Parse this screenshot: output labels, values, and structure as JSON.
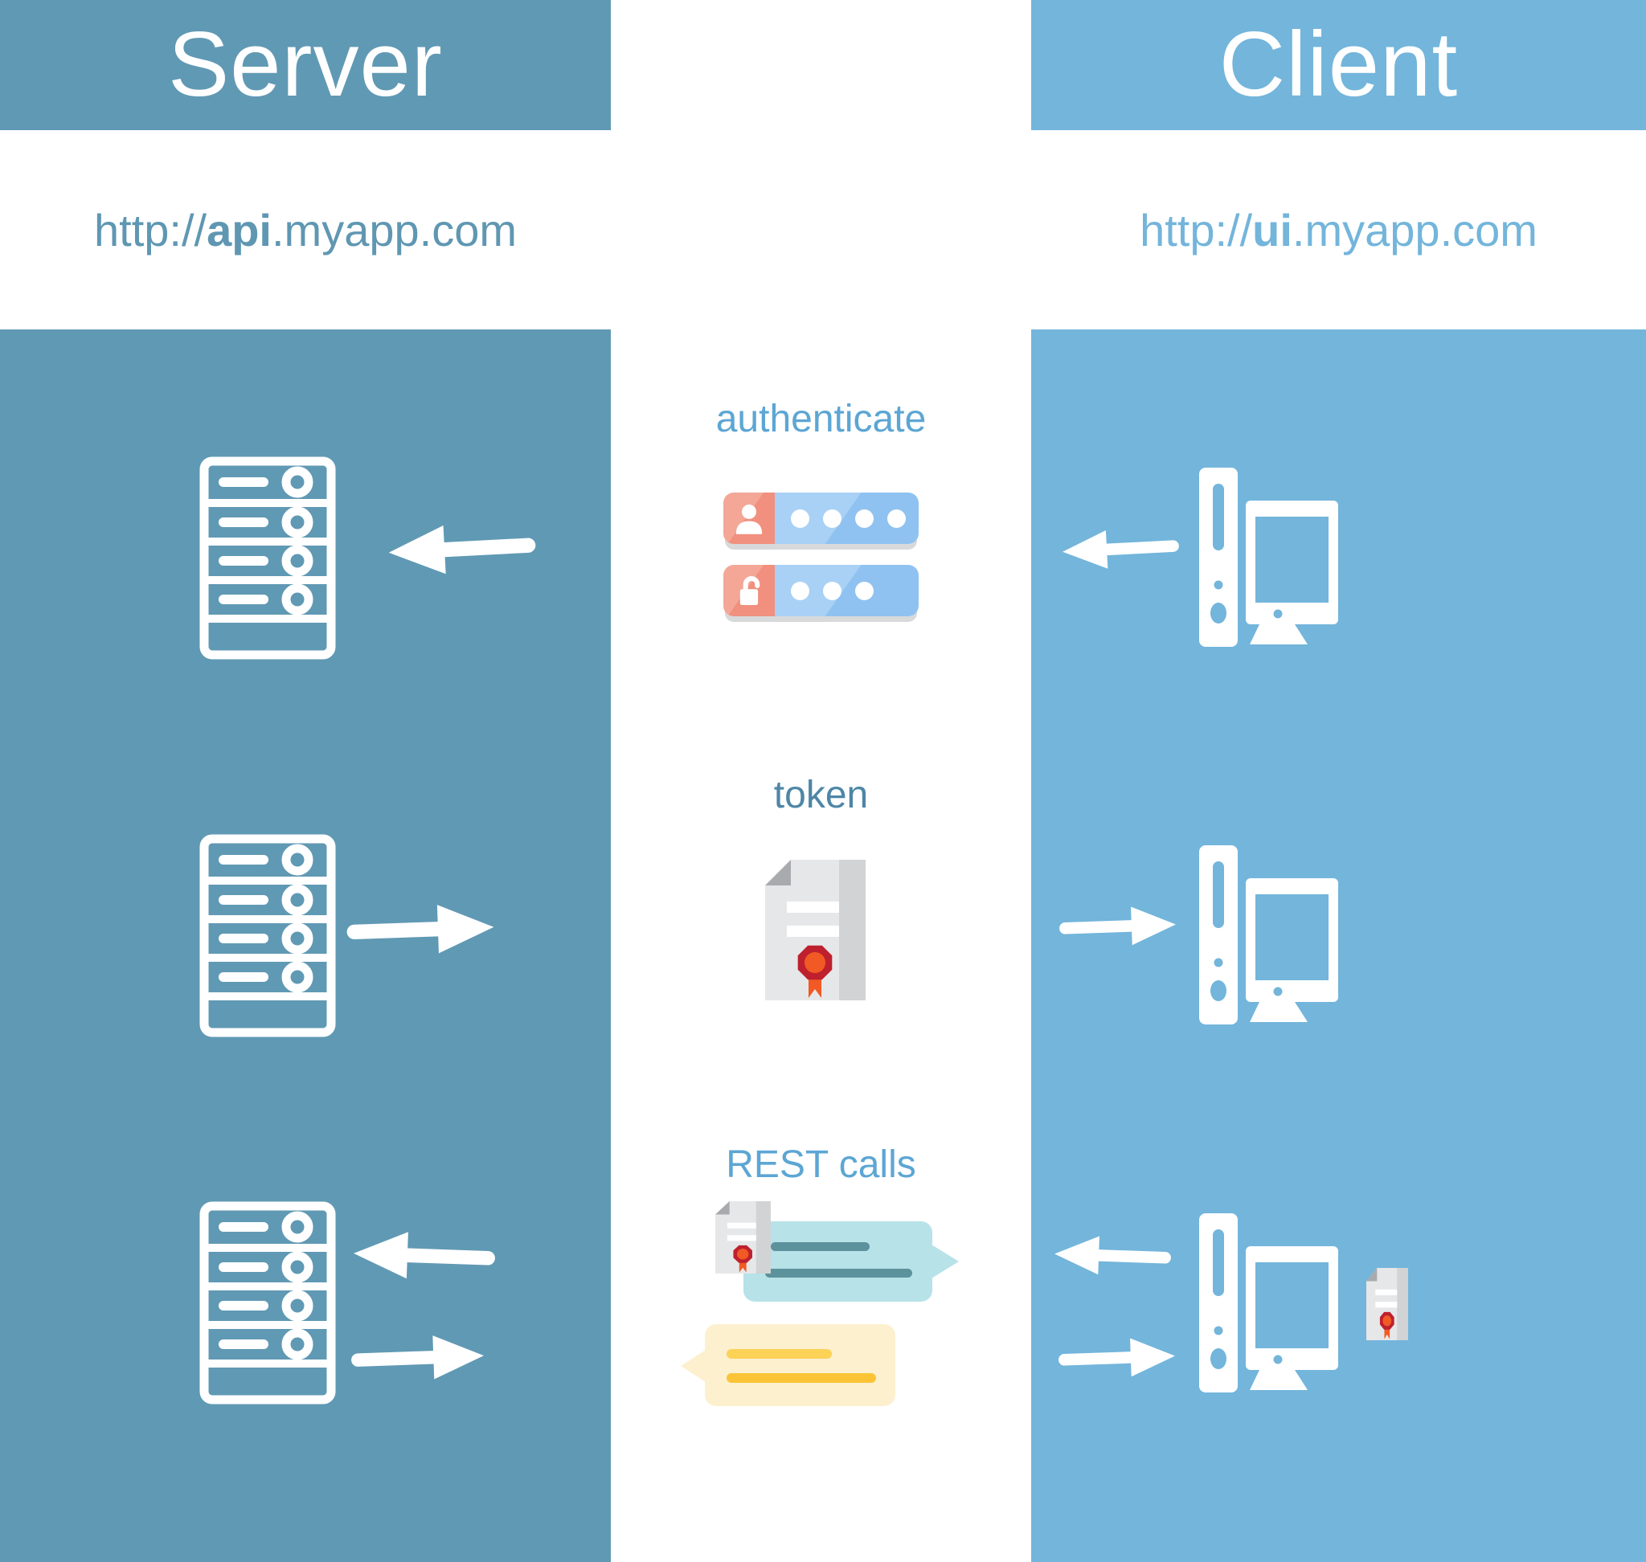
{
  "header": {
    "server": {
      "title": "Server",
      "url_prefix": "http://",
      "url_bold": "api",
      "url_suffix": ".myapp.com"
    },
    "client": {
      "title": "Client",
      "url_prefix": "http://",
      "url_bold": "ui",
      "url_suffix": ".myapp.com"
    }
  },
  "steps": [
    {
      "id": "authenticate",
      "label": "authenticate",
      "icon": "username-password-fields-icon",
      "direction": "client-to-server"
    },
    {
      "id": "token",
      "label": "token",
      "icon": "certificate-icon",
      "direction": "server-to-client"
    },
    {
      "id": "rest-calls",
      "label": "REST calls",
      "icon": "speech-bubbles-with-certificate-icon",
      "direction": "bidirectional"
    }
  ],
  "icons": {
    "server": "rack-server-icon",
    "client": "desktop-computer-icon",
    "credentials_username": "user-icon",
    "credentials_password": "unlock-icon",
    "token": "certificate-with-seal-icon",
    "rest_request": "teal-speech-bubble-icon",
    "rest_response": "yellow-speech-bubble-icon",
    "arrows": "arrow-icon"
  },
  "colors": {
    "server_col": "#6099B4",
    "client_col": "#73B5DB",
    "server_url": "#5F97B2",
    "client_url": "#73B5DB",
    "label_blue": "#5CA6D4",
    "token_label": "#4E86A6",
    "bubble_teal_bg": "#B7E2E8",
    "bubble_teal_line": "#5C929B",
    "bubble_yellow_bg": "#FCF0CE",
    "bubble_yellow_line1": "#FCD257",
    "bubble_yellow_line2": "#FBC437",
    "cred_red": "#F1907E",
    "cred_red_light": "#F4A797",
    "cred_blue": "#8FC2F0",
    "cred_blue_light": "#A8D1F5",
    "shadow_gray": "#D8D9DA",
    "paper": "#E6E7E8",
    "paper_dark": "#D1D3D4",
    "paper_fold": "#A8AAAD",
    "seal_dark": "#BE202E",
    "seal_orange": "#F15A24"
  }
}
